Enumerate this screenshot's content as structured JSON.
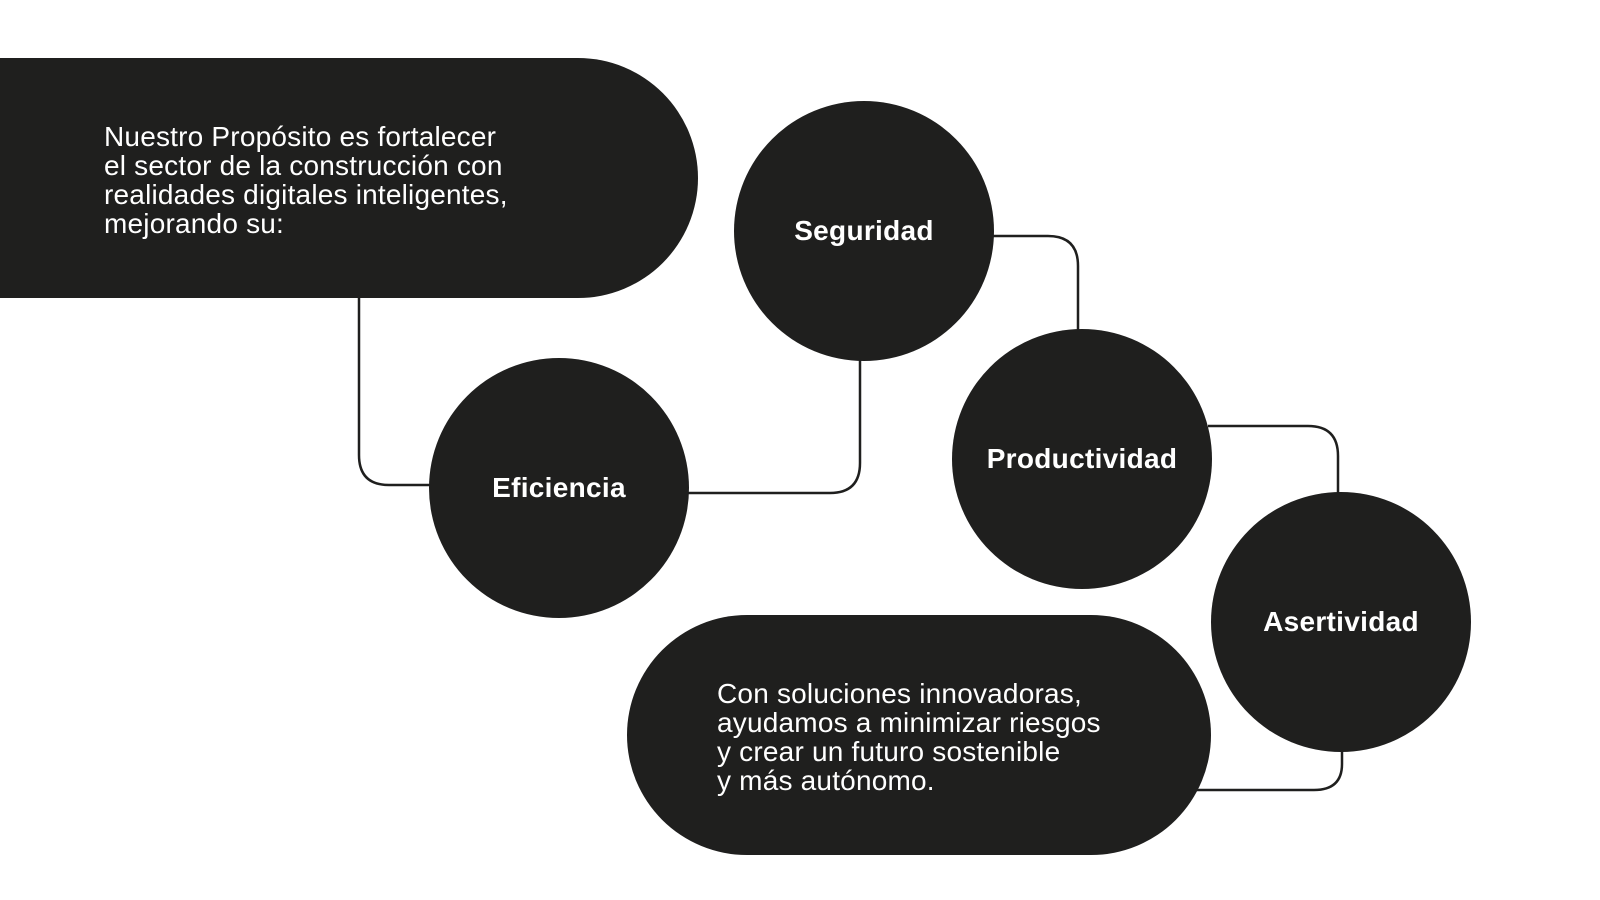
{
  "intro": {
    "lines": [
      "Nuestro Propósito es fortalecer",
      "el sector de la construcción con",
      "realidades digitales inteligentes,",
      "mejorando su:"
    ]
  },
  "nodes": {
    "seguridad": "Seguridad",
    "eficiencia": "Eficiencia",
    "productividad": "Productividad",
    "asertividad": "Asertividad"
  },
  "closing": {
    "lines": [
      "Con soluciones innovadoras,",
      "ayudamos a minimizar riesgos",
      "y crear un futuro sostenible",
      "y más autónomo."
    ]
  },
  "colors": {
    "shape_fill": "#1f1f1e",
    "text_on_shape": "#ffffff",
    "connector": "#1f1f1e",
    "background": "#ffffff"
  }
}
